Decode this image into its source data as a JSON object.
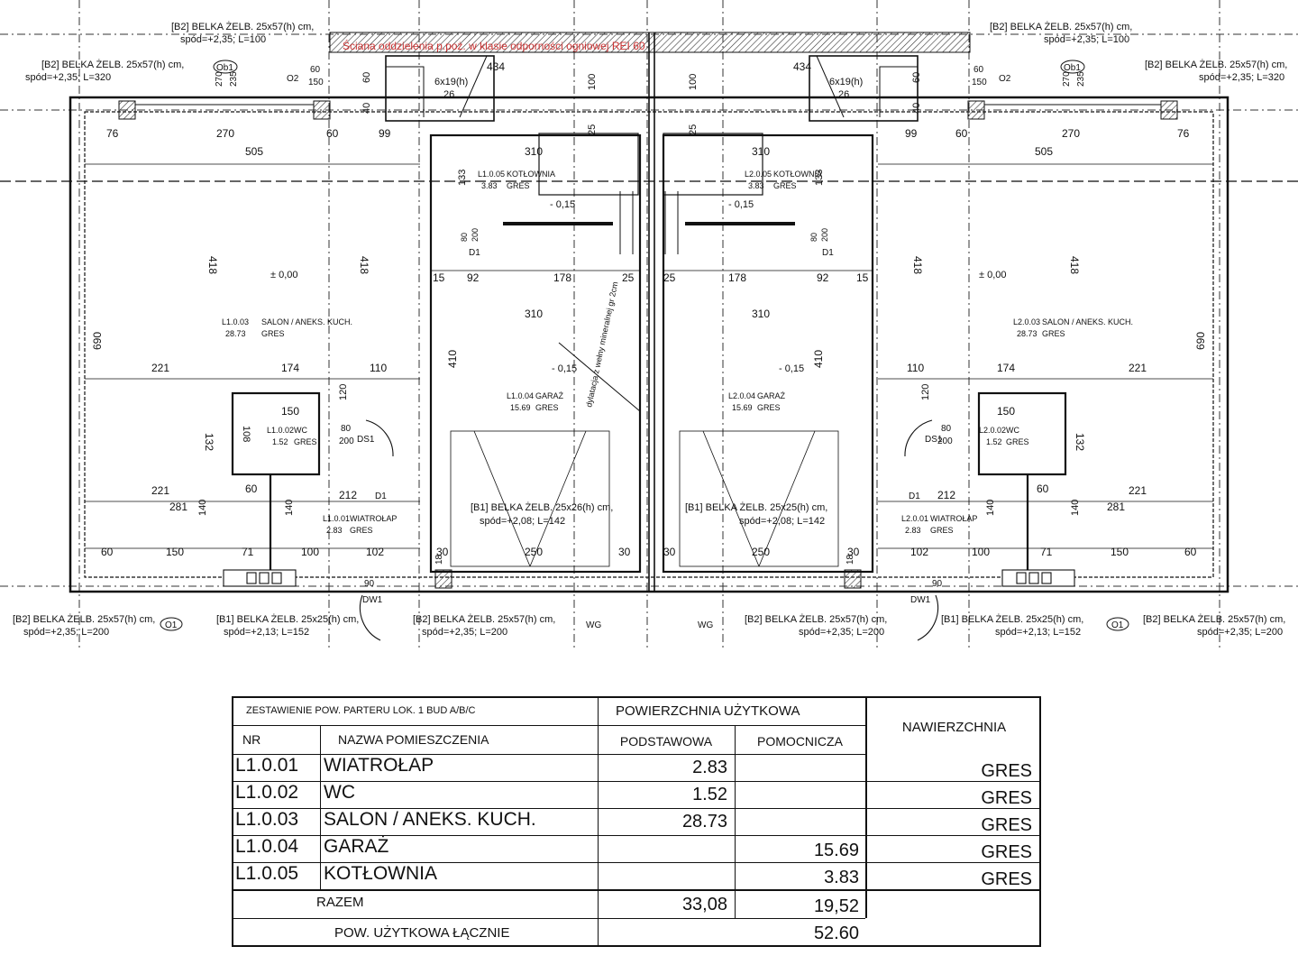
{
  "plan": {
    "fire_wall_note": "Ściana oddzielenia p.poż. w klasie odporności ogniowej REI 60",
    "beam_b2_long": "[B2] BELKA ŻELB. 25x57(h) cm,",
    "beam_b2_l100": "spód=+2,35; L=100",
    "beam_b2_l320": "spód=+2,35; L=320",
    "beam_b2_l200": "spód=+2,35; L=200",
    "beam_b1_25x25": "[B1] BELKA ŻELB. 25x25(h) cm,",
    "beam_b1_l152": "spód=+2,13; L=152",
    "beam_b1_25x26": "[B1] BELKA ŻELB. 25x26(h) cm,",
    "beam_b1_l142": "spód=+2,08; L=142",
    "window_ob1": "Ob1",
    "window_o1": "O1",
    "window_o2": "O2",
    "door_d1": "D1",
    "door_ds1": "DS1",
    "door_dw1": "DW1",
    "wg": "WG",
    "level_zero": "± 0,00",
    "level_minus": "- 0,15",
    "stairs": "6x19(h)",
    "stairs_tread": "26",
    "dilatation": "dylatacja z wełny mineralnej gr 2cm",
    "rooms_left": [
      {
        "code": "L1.0.01",
        "name": "WIATROŁAP",
        "area": "2.83",
        "finish": "GRES"
      },
      {
        "code": "L1.0.02",
        "name": "WC",
        "area": "1.52",
        "finish": "GRES"
      },
      {
        "code": "L1.0.03",
        "name": "SALON / ANEKS. KUCH.",
        "area": "28.73",
        "finish": "GRES"
      },
      {
        "code": "L1.0.04",
        "name": "GARAŻ",
        "area": "15.69",
        "finish": "GRES"
      },
      {
        "code": "L1.0.05",
        "name": "KOTŁOWNIA",
        "area": "3.83",
        "finish": "GRES"
      }
    ],
    "rooms_right": [
      {
        "code": "L2.0.01",
        "name": "WIATROŁAP",
        "area": "2.83",
        "finish": "GRES"
      },
      {
        "code": "L2.0.02",
        "name": "WC",
        "area": "1.52",
        "finish": "GRES"
      },
      {
        "code": "L2.0.03",
        "name": "SALON / ANEKS. KUCH.",
        "area": "28.73",
        "finish": "GRES"
      },
      {
        "code": "L2.0.04",
        "name": "GARAŻ",
        "area": "15.69",
        "finish": "GRES"
      },
      {
        "code": "L2.0.05",
        "name": "KOTŁOWNIA",
        "area": "3.83",
        "finish": "GRES"
      }
    ],
    "dims": {
      "d505": "505",
      "d270": "270",
      "d76": "76",
      "d60": "60",
      "d99": "99",
      "d310": "310",
      "d418": "418",
      "d690": "690",
      "d221": "221",
      "d174": "174",
      "d110": "110",
      "d150": "150",
      "d132": "132",
      "d108": "108",
      "d120": "120",
      "d281": "281",
      "d140": "140",
      "d71": "71",
      "d100": "100",
      "d102": "102",
      "d212": "212",
      "d250": "250",
      "d30": "30",
      "d92": "92",
      "d178": "178",
      "d25": "25",
      "d15": "15",
      "d410": "410",
      "d434": "434",
      "d133": "133",
      "d18": "18",
      "d80": "80",
      "d200": "200",
      "d90": "90",
      "d40": "40",
      "d235": "235"
    }
  },
  "table": {
    "title": "ZESTAWIENIE POW. PARTERU LOK. 1 BUD A/B/C",
    "col_nr": "NR",
    "col_name": "NAZWA POMIESZCZENIA",
    "col_usable": "POWIERZCHNIA UŻYTKOWA",
    "col_primary": "PODSTAWOWA",
    "col_auxiliary": "POMOCNICZA",
    "col_finish": "NAWIERZCHNIA",
    "rows": [
      {
        "nr": "L1.0.01",
        "name": "WIATROŁAP",
        "primary": "2.83",
        "auxiliary": "",
        "finish": "GRES"
      },
      {
        "nr": "L1.0.02",
        "name": "WC",
        "primary": "1.52",
        "auxiliary": "",
        "finish": "GRES"
      },
      {
        "nr": "L1.0.03",
        "name": "SALON / ANEKS. KUCH.",
        "primary": "28.73",
        "auxiliary": "",
        "finish": "GRES"
      },
      {
        "nr": "L1.0.04",
        "name": "GARAŻ",
        "primary": "",
        "auxiliary": "15.69",
        "finish": "GRES"
      },
      {
        "nr": "L1.0.05",
        "name": "KOTŁOWNIA",
        "primary": "",
        "auxiliary": "3.83",
        "finish": "GRES"
      }
    ],
    "sum_label": "RAZEM",
    "sum_primary": "33,08",
    "sum_auxiliary": "19,52",
    "total_label": "POW. UŻYTKOWA ŁĄCZNIE",
    "total_value": "52.60"
  }
}
